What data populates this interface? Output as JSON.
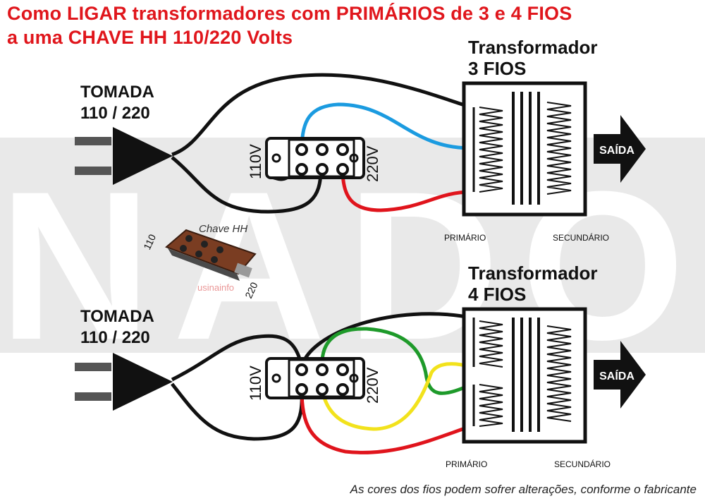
{
  "title": {
    "line1": "Como LIGAR transformadores com PRIMÁRIOS de 3 e 4 FIOS",
    "line2": "a uma CHAVE HH 110/220 Volts"
  },
  "watermark": "NADO",
  "switch_photo": {
    "caption": "Chave HH",
    "label_110": "110",
    "label_220": "220",
    "brand": "usinainfo"
  },
  "top_circuit": {
    "outlet_label_line1": "TOMADA",
    "outlet_label_line2": "110 / 220",
    "transformer_title_line1": "Transformador",
    "transformer_title_line2": "3 FIOS",
    "switch_left_label": "110V",
    "switch_right_label": "220V",
    "output_label": "SAÍDA",
    "primary_label": "PRIMÁRIO",
    "secondary_label": "SECUNDÁRIO",
    "wire_colors": [
      "#1b9be0",
      "#e0141c",
      "#111111"
    ]
  },
  "bottom_circuit": {
    "outlet_label_line1": "TOMADA",
    "outlet_label_line2": "110 / 220",
    "transformer_title_line1": "Transformador",
    "transformer_title_line2": "4 FIOS",
    "switch_left_label": "110V",
    "switch_right_label": "220V",
    "output_label": "SAÍDA",
    "primary_label": "PRIMÁRIO",
    "secondary_label": "SECUNDÁRIO",
    "wire_colors": [
      "#1e9a2a",
      "#f2e21c",
      "#e0141c",
      "#111111"
    ]
  },
  "footer_note": "As cores dos fios podem sofrer alterações, conforme o fabricante"
}
